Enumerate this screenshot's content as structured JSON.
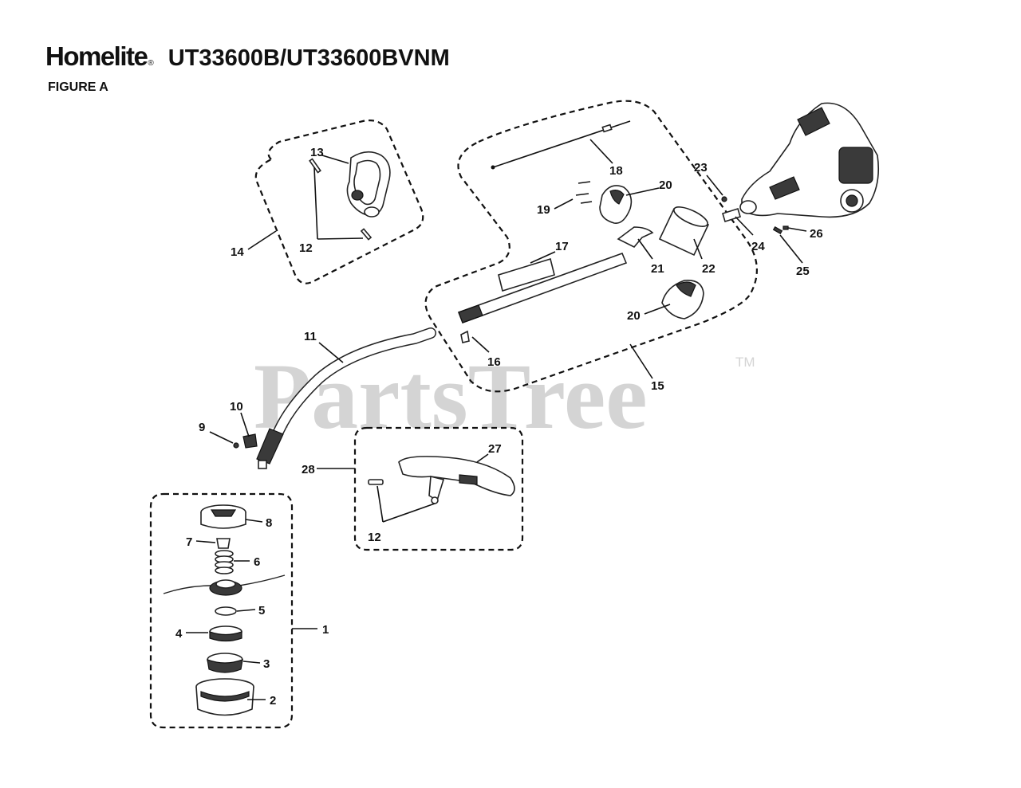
{
  "header": {
    "brand": "Homelite",
    "registered_mark": "®",
    "model": "UT33600B/UT33600BVNM",
    "figure_label": "FIGURE A"
  },
  "watermark": {
    "text": "PartsTree",
    "trademark": "TM"
  },
  "callouts": {
    "c1": "1",
    "c2": "2",
    "c3": "3",
    "c4": "4",
    "c5": "5",
    "c6": "6",
    "c7": "7",
    "c8": "8",
    "c9": "9",
    "c10": "10",
    "c11": "11",
    "c12a": "12",
    "c12b": "12",
    "c13": "13",
    "c14": "14",
    "c15": "15",
    "c16": "16",
    "c17": "17",
    "c18": "18",
    "c19": "19",
    "c20a": "20",
    "c20b": "20",
    "c21": "21",
    "c22": "22",
    "c23": "23",
    "c24": "24",
    "c25": "25",
    "c26": "26",
    "c27": "27",
    "c28": "28"
  }
}
